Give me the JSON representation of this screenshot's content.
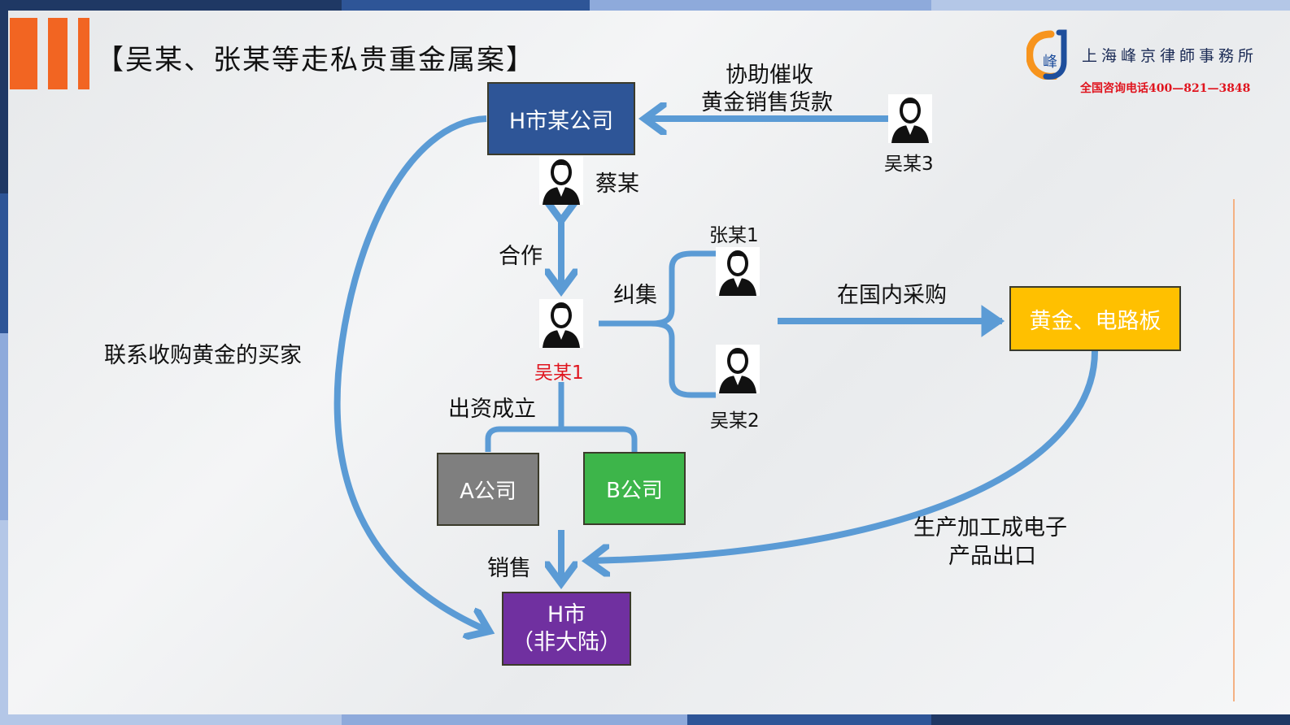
{
  "title": "【吴某、张某等走私贵重金属案】",
  "logo": {
    "firm_name": "上海峰京律師事務所",
    "phone": "全国咨询电话400—821—3848"
  },
  "boxes": {
    "hk_company": "H市某公司",
    "gold_board": "黄金、电路板",
    "company_a": "A公司",
    "company_b": "B公司",
    "h_city_line1": "H市",
    "h_city_line2": "（非大陆）"
  },
  "people": {
    "cai": "蔡某",
    "wu3": "吴某3",
    "wu1": "吴某1",
    "zhang1": "张某1",
    "wu2": "吴某2"
  },
  "labels": {
    "assist_line1": "协助催收",
    "assist_line2": "黄金销售货款",
    "cooperate": "合作",
    "gather": "纠集",
    "domestic_purchase": "在国内采购",
    "contact_buyers": "联系收购黄金的买家",
    "invest": "出资成立",
    "produce_line1": "生产加工成电子",
    "produce_line2": "产品出口",
    "sell": "销售"
  },
  "colors": {
    "arrow": "#5b9bd5",
    "hk_company_box": "#2e5597",
    "gold_box": "#ffc000",
    "company_a_box": "#7f7f7f",
    "company_b_box": "#3db54a",
    "h_city_box": "#7030a0",
    "accent": "#f26522",
    "wu1_name": "#e0141e"
  }
}
